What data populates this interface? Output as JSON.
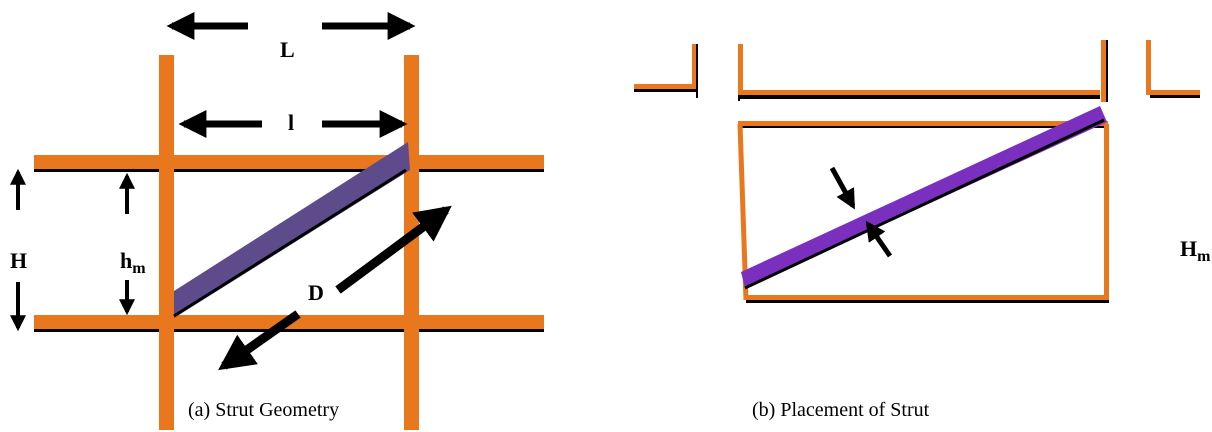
{
  "diagram": {
    "colors": {
      "frame": "#E8771E",
      "shadow": "#000000",
      "strut_a": "#5E4B8B",
      "strut_b": "#7B2FBE",
      "arrow": "#000000"
    },
    "labels": {
      "L": "L",
      "l": "l",
      "H": "H",
      "h": "h",
      "h_sub": "m",
      "D": "D",
      "Hm": "H",
      "Hm_sub": "m"
    },
    "captions": {
      "a": "(a) Strut Geometry",
      "b": "(b) Placement of Strut"
    }
  }
}
